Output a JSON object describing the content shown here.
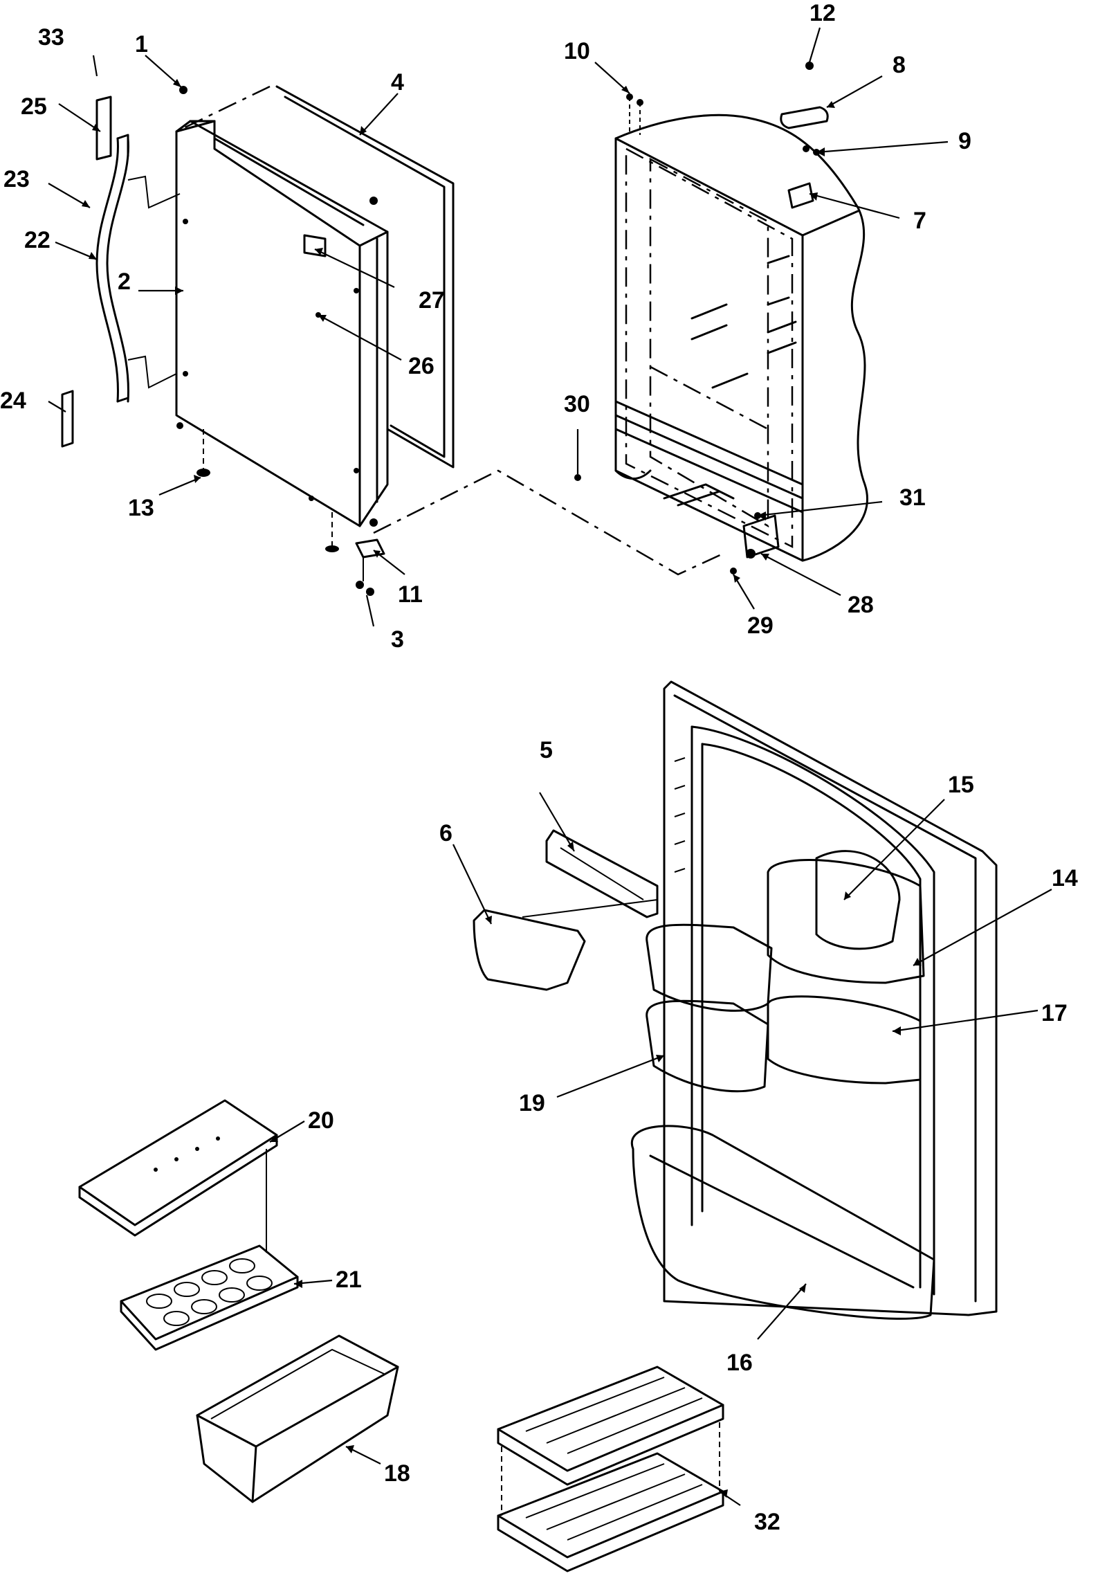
{
  "callouts": [
    {
      "id": "c1",
      "text": "1"
    },
    {
      "id": "c2",
      "text": "2"
    },
    {
      "id": "c3",
      "text": "3"
    },
    {
      "id": "c4",
      "text": "4"
    },
    {
      "id": "c5",
      "text": "5"
    },
    {
      "id": "c6",
      "text": "6"
    },
    {
      "id": "c7",
      "text": "7"
    },
    {
      "id": "c8",
      "text": "8"
    },
    {
      "id": "c9",
      "text": "9"
    },
    {
      "id": "c10",
      "text": "10"
    },
    {
      "id": "c11",
      "text": "11"
    },
    {
      "id": "c12",
      "text": "12"
    },
    {
      "id": "c13",
      "text": "13"
    },
    {
      "id": "c14",
      "text": "14"
    },
    {
      "id": "c15",
      "text": "15"
    },
    {
      "id": "c16",
      "text": "16"
    },
    {
      "id": "c17",
      "text": "17"
    },
    {
      "id": "c18",
      "text": "18"
    },
    {
      "id": "c19",
      "text": "19"
    },
    {
      "id": "c20",
      "text": "20"
    },
    {
      "id": "c21",
      "text": "21"
    },
    {
      "id": "c22",
      "text": "22"
    },
    {
      "id": "c23",
      "text": "23"
    },
    {
      "id": "c24",
      "text": "24"
    },
    {
      "id": "c25",
      "text": "25"
    },
    {
      "id": "c26",
      "text": "26"
    },
    {
      "id": "c27",
      "text": "27"
    },
    {
      "id": "c28",
      "text": "28"
    },
    {
      "id": "c29",
      "text": "29"
    },
    {
      "id": "c30",
      "text": "30"
    },
    {
      "id": "c31",
      "text": "31"
    },
    {
      "id": "c32",
      "text": "32"
    },
    {
      "id": "c33",
      "text": "33"
    }
  ]
}
